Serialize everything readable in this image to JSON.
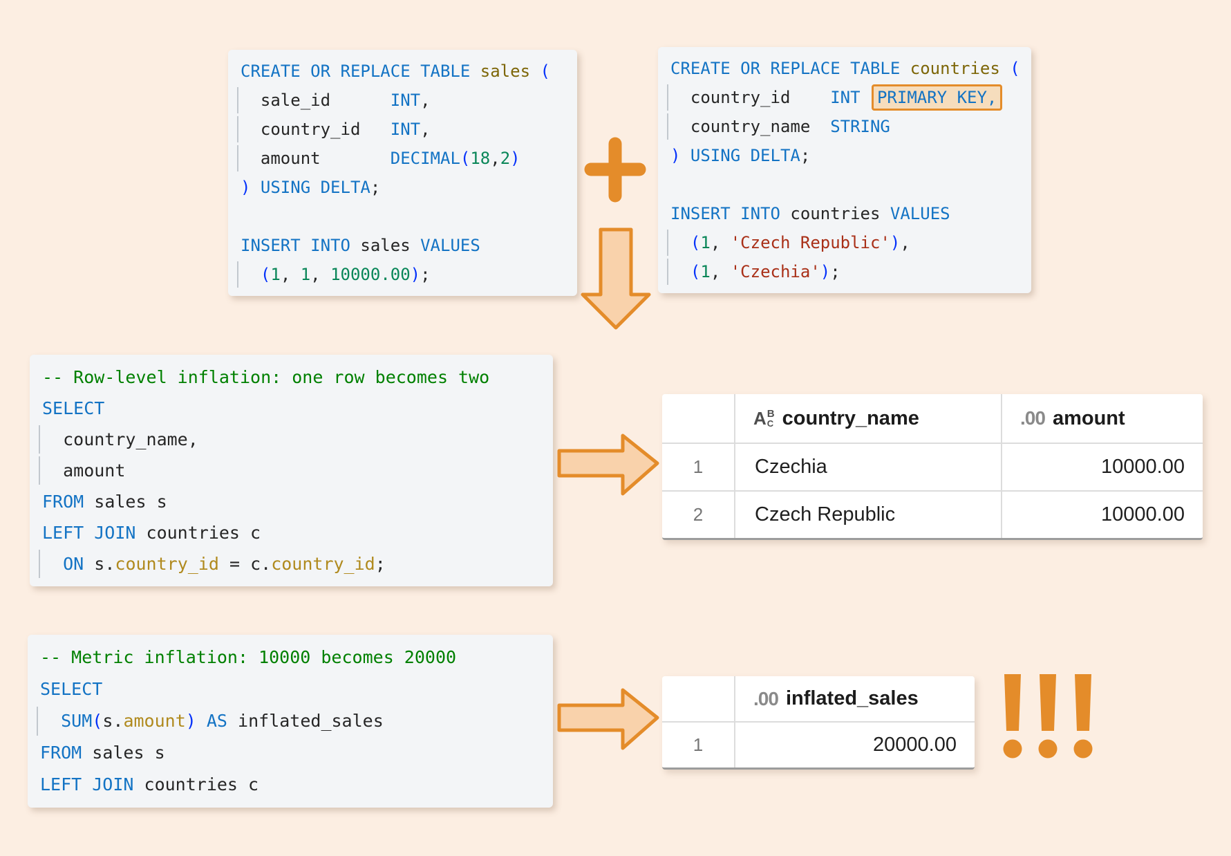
{
  "palette": {
    "background": "#fceee2",
    "code_bg": "#f3f5f7",
    "accent_orange": "#e48c2a",
    "arrow_fill": "#f9d2ab",
    "highlight_bg": "#f6ddbd",
    "keyword": "#1373c4",
    "identifier": "#262626",
    "table_name": "#7d6608",
    "number": "#098658",
    "comment": "#008000",
    "string": "#a93018",
    "bracket": "#0431fa",
    "member": "#b08a1e"
  },
  "code_blocks": {
    "sales_ddl": {
      "lines": [
        {
          "t": [
            [
              "CREATE OR REPLACE TABLE ",
              "kw"
            ],
            [
              "sales ",
              "tbl"
            ],
            [
              "(",
              "br"
            ]
          ]
        },
        {
          "g": 1,
          "t": [
            [
              "  sale_id      ",
              "id"
            ],
            [
              "INT",
              "kw"
            ],
            [
              ",",
              "pun"
            ]
          ]
        },
        {
          "g": 1,
          "t": [
            [
              "  country_id   ",
              "id"
            ],
            [
              "INT",
              "kw"
            ],
            [
              ",",
              "pun"
            ]
          ]
        },
        {
          "g": 1,
          "t": [
            [
              "  amount       ",
              "id"
            ],
            [
              "DECIMAL",
              "kw"
            ],
            [
              "(",
              "br"
            ],
            [
              "18",
              "num"
            ],
            [
              ",",
              "pun"
            ],
            [
              "2",
              "num"
            ],
            [
              ")",
              "br"
            ]
          ]
        },
        {
          "t": [
            [
              ") ",
              "br"
            ],
            [
              "USING DELTA",
              "kw"
            ],
            [
              ";",
              "pun"
            ]
          ]
        },
        {
          "t": []
        },
        {
          "t": [
            [
              "INSERT INTO ",
              "kw"
            ],
            [
              "sales ",
              "id"
            ],
            [
              "VALUES",
              "kw"
            ]
          ]
        },
        {
          "g": 1,
          "t": [
            [
              "  ",
              ""
            ],
            [
              "(",
              "br"
            ],
            [
              "1",
              "num"
            ],
            [
              ", ",
              "pun"
            ],
            [
              "1",
              "num"
            ],
            [
              ", ",
              "pun"
            ],
            [
              "10000.00",
              "num"
            ],
            [
              ")",
              "br"
            ],
            [
              ";",
              "pun"
            ]
          ]
        }
      ]
    },
    "countries_ddl": {
      "lines": [
        {
          "t": [
            [
              "CREATE OR REPLACE TABLE ",
              "kw"
            ],
            [
              "countries ",
              "tbl"
            ],
            [
              "(",
              "br"
            ]
          ]
        },
        {
          "g": 1,
          "t": [
            [
              "  country_id    ",
              "id"
            ],
            [
              "INT ",
              "kw"
            ],
            [
              "PRIMARY KEY,",
              "kw hl"
            ]
          ]
        },
        {
          "g": 1,
          "t": [
            [
              "  country_name  ",
              "id"
            ],
            [
              "STRING",
              "kw"
            ]
          ]
        },
        {
          "t": [
            [
              ") ",
              "br"
            ],
            [
              "USING DELTA",
              "kw"
            ],
            [
              ";",
              "pun"
            ]
          ]
        },
        {
          "t": []
        },
        {
          "t": [
            [
              "INSERT INTO ",
              "kw"
            ],
            [
              "countries ",
              "id"
            ],
            [
              "VALUES",
              "kw"
            ]
          ]
        },
        {
          "g": 1,
          "t": [
            [
              "  ",
              ""
            ],
            [
              "(",
              "br"
            ],
            [
              "1",
              "num"
            ],
            [
              ", ",
              "pun"
            ],
            [
              "'Czech Republic'",
              "str"
            ],
            [
              ")",
              "br"
            ],
            [
              ",",
              "pun"
            ]
          ]
        },
        {
          "g": 1,
          "t": [
            [
              "  ",
              ""
            ],
            [
              "(",
              "br"
            ],
            [
              "1",
              "num"
            ],
            [
              ", ",
              "pun"
            ],
            [
              "'Czechia'",
              "str"
            ],
            [
              ")",
              "br"
            ],
            [
              ";",
              "pun"
            ]
          ]
        }
      ]
    },
    "row_inflation_query": {
      "lines": [
        {
          "t": [
            [
              "-- Row-level inflation: one row becomes two",
              "cmt"
            ]
          ]
        },
        {
          "t": [
            [
              "SELECT",
              "kw"
            ]
          ]
        },
        {
          "g": 1,
          "t": [
            [
              "  country_name",
              "id"
            ],
            [
              ",",
              "pun"
            ]
          ]
        },
        {
          "g": 1,
          "t": [
            [
              "  amount",
              "id"
            ]
          ]
        },
        {
          "t": [
            [
              "FROM ",
              "kw"
            ],
            [
              "sales s",
              "id"
            ]
          ]
        },
        {
          "t": [
            [
              "LEFT JOIN ",
              "kw"
            ],
            [
              "countries c",
              "id"
            ]
          ]
        },
        {
          "g": 1,
          "t": [
            [
              "  ",
              ""
            ],
            [
              "ON ",
              "kw"
            ],
            [
              "s",
              "id"
            ],
            [
              ".",
              "pun"
            ],
            [
              "country_id",
              "mem"
            ],
            [
              " = ",
              "pun"
            ],
            [
              "c",
              "id"
            ],
            [
              ".",
              "pun"
            ],
            [
              "country_id",
              "mem"
            ],
            [
              ";",
              "pun"
            ]
          ]
        }
      ]
    },
    "metric_inflation_query": {
      "lines": [
        {
          "t": [
            [
              "-- Metric inflation: 10000 becomes 20000",
              "cmt"
            ]
          ]
        },
        {
          "t": [
            [
              "SELECT",
              "kw"
            ]
          ]
        },
        {
          "g": 1,
          "t": [
            [
              "  ",
              ""
            ],
            [
              "SUM",
              "kw"
            ],
            [
              "(",
              "br"
            ],
            [
              "s",
              "id"
            ],
            [
              ".",
              "pun"
            ],
            [
              "amount",
              "mem"
            ],
            [
              ")",
              "br"
            ],
            [
              " AS ",
              "kw"
            ],
            [
              "inflated_sales",
              "id"
            ]
          ]
        },
        {
          "t": [
            [
              "FROM ",
              "kw"
            ],
            [
              "sales s",
              "id"
            ]
          ]
        },
        {
          "t": [
            [
              "LEFT JOIN ",
              "kw"
            ],
            [
              "countries c",
              "id"
            ]
          ]
        }
      ]
    }
  },
  "result_tables": {
    "row_inflation_result": {
      "columns": [
        {
          "icon": "text-type",
          "label": "country_name",
          "align": "left"
        },
        {
          "icon": "decimal-type",
          "label": "amount",
          "align": "right"
        }
      ],
      "rows": [
        {
          "n": "1",
          "cells": [
            "Czechia",
            "10000.00"
          ]
        },
        {
          "n": "2",
          "cells": [
            "Czech Republic",
            "10000.00"
          ]
        }
      ]
    },
    "metric_inflation_result": {
      "columns": [
        {
          "icon": "decimal-type",
          "label": "inflated_sales",
          "align": "right"
        }
      ],
      "rows": [
        {
          "n": "1",
          "cells": [
            "20000.00"
          ]
        }
      ]
    }
  },
  "icons": {
    "text_type": {
      "a": "A",
      "b": "B",
      "c": "C"
    },
    "decimal_type": ".00"
  }
}
